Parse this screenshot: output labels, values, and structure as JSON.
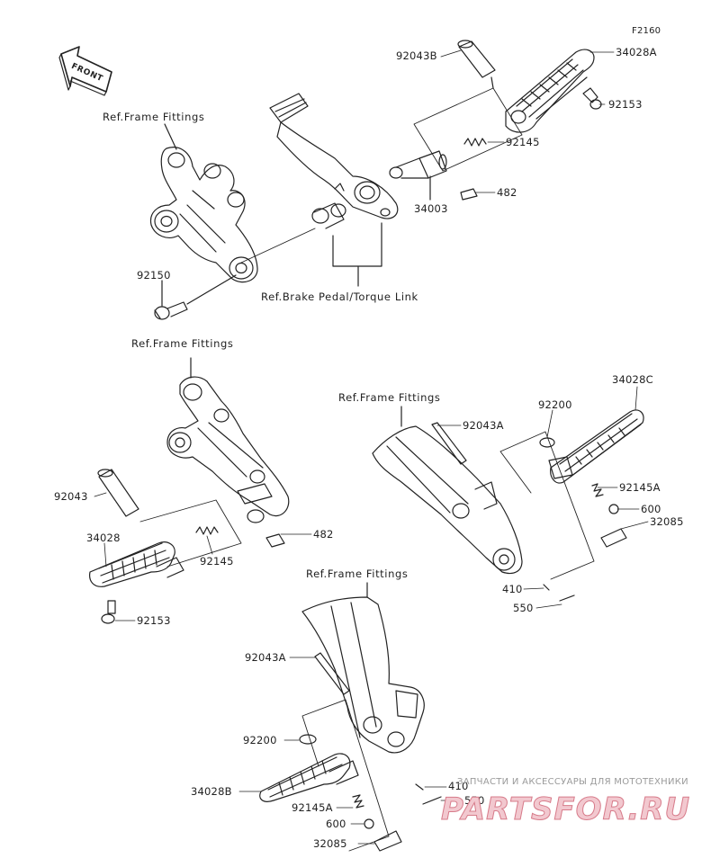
{
  "figure_code": "F2160",
  "front_arrow_text": "FRONT",
  "refs": {
    "frame_1": "Ref.Frame Fittings",
    "frame_2": "Ref.Frame Fittings",
    "frame_3": "Ref.Frame Fittings",
    "frame_4": "Ref.Frame Fittings",
    "brake_pedal": "Ref.Brake Pedal/Torque Link"
  },
  "parts": {
    "p92043B": "92043B",
    "p34028A": "34028A",
    "p92153_top": "92153",
    "p92145_top": "92145",
    "p482_top": "482",
    "p34003": "34003",
    "p92150": "92150",
    "p92043": "92043",
    "p34028": "34028",
    "p92145_left": "92145",
    "p482_left": "482",
    "p92153_left": "92153",
    "p34028C": "34028C",
    "p92200_right": "92200",
    "p92043A_right": "92043A",
    "p92145A_right": "92145A",
    "p600_right": "600",
    "p32085_right": "32085",
    "p410_right": "410",
    "p550_right": "550",
    "p92043A_bottom": "92043A",
    "p92200_bottom": "92200",
    "p34028B": "34028B",
    "p410_bottom": "410",
    "p550_bottom": "550",
    "p92145A_bottom": "92145A",
    "p600_bottom": "600",
    "p32085_bottom": "32085"
  },
  "watermark": {
    "tagline": "ЗАПЧАСТИ И АКСЕССУАРЫ ДЛЯ МОТОТЕХНИКИ",
    "site": "PARTSFOR.RU"
  }
}
